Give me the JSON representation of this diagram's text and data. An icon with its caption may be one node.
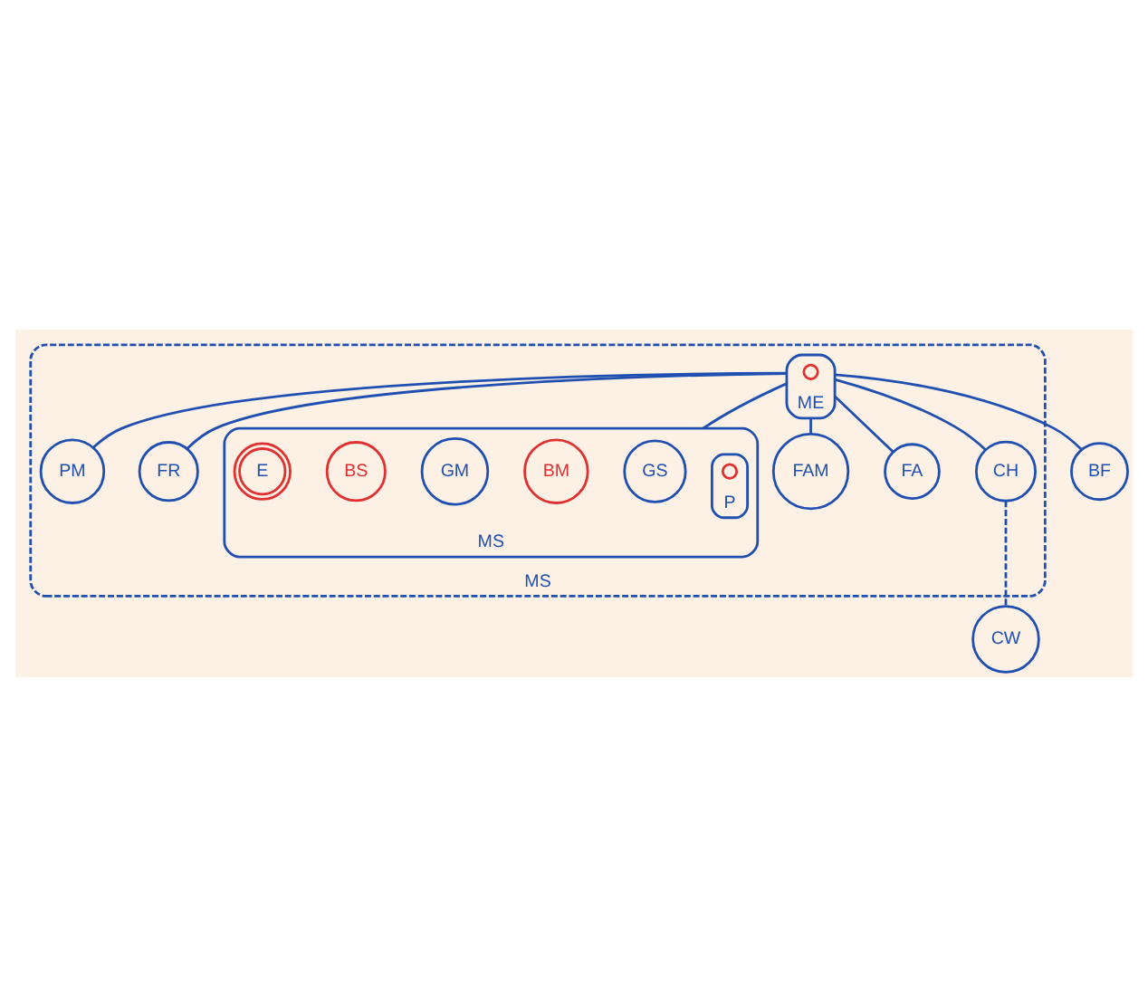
{
  "diagram": {
    "nodes": [
      {
        "text": [
          "MS"
        ]
      },
      {
        "text": [
          "PM"
        ],
        "in": 0
      },
      {
        "text": [
          "BF"
        ]
      },
      {
        "text": [
          "FR"
        ],
        "in": 0
      },
      {
        "text": [
          "ME"
        ],
        "in": 0
      },
      {
        "text": [],
        "shape": "circle",
        "in": 4
      },
      {
        "text": [
          "MS"
        ],
        "in": 0
      },
      {
        "text": [
          "GS"
        ],
        "in": 6
      },
      {
        "text": [
          "BM"
        ],
        "in": 6
      },
      {
        "text": [
          "GM"
        ],
        "in": 6
      },
      {
        "text": [
          "FAM"
        ],
        "in": 0
      },
      {
        "text": [
          "P"
        ],
        "in": 6
      },
      {
        "text": [],
        "shape": "circle",
        "in": 11
      },
      {
        "text": [
          "BS"
        ],
        "in": 6
      },
      {
        "text": [
          "E"
        ],
        "in": 6
      },
      {
        "text": [
          "FA"
        ],
        "in": 0
      },
      {
        "text": [
          "CH"
        ],
        "in": 0
      },
      {
        "text": [
          "CW"
        ]
      }
    ],
    "edges": [
      {
        "from": 4,
        "to": 1,
        "arrow": "none"
      },
      {
        "from": 4,
        "to": 2,
        "arrow": "none"
      },
      {
        "from": 4,
        "to": 3,
        "arrow": "none"
      },
      {
        "from": 4,
        "to": 6,
        "arrow": "none"
      },
      {
        "from": 4,
        "to": 10,
        "arrow": "none"
      },
      {
        "from": 4,
        "to": 15,
        "arrow": "none"
      },
      {
        "from": 4,
        "to": 16,
        "arrow": "none"
      },
      {
        "from": 16,
        "to": 17,
        "arrow": "none",
        "style": "dashed"
      }
    ]
  }
}
